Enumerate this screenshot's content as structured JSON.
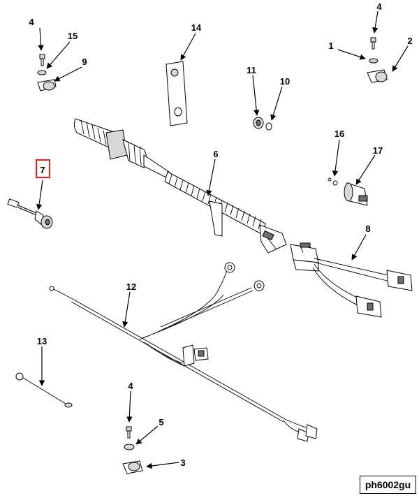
{
  "callouts": [
    {
      "id": "c4a",
      "label": "4"
    },
    {
      "id": "c15",
      "label": "15"
    },
    {
      "id": "c9",
      "label": "9"
    },
    {
      "id": "c14",
      "label": "14"
    },
    {
      "id": "c4b",
      "label": "4"
    },
    {
      "id": "c1",
      "label": "1"
    },
    {
      "id": "c2",
      "label": "2"
    },
    {
      "id": "c11",
      "label": "11"
    },
    {
      "id": "c10",
      "label": "10"
    },
    {
      "id": "c6",
      "label": "6"
    },
    {
      "id": "c16",
      "label": "16"
    },
    {
      "id": "c17",
      "label": "17"
    },
    {
      "id": "c7",
      "label": "7"
    },
    {
      "id": "c8",
      "label": "8"
    },
    {
      "id": "c12",
      "label": "12"
    },
    {
      "id": "c13",
      "label": "13"
    },
    {
      "id": "c4c",
      "label": "4"
    },
    {
      "id": "c5",
      "label": "5"
    },
    {
      "id": "c3",
      "label": "3"
    }
  ],
  "highlight": {
    "callout": "7",
    "color": "#e02020"
  },
  "figure_id": "ph6002gu"
}
